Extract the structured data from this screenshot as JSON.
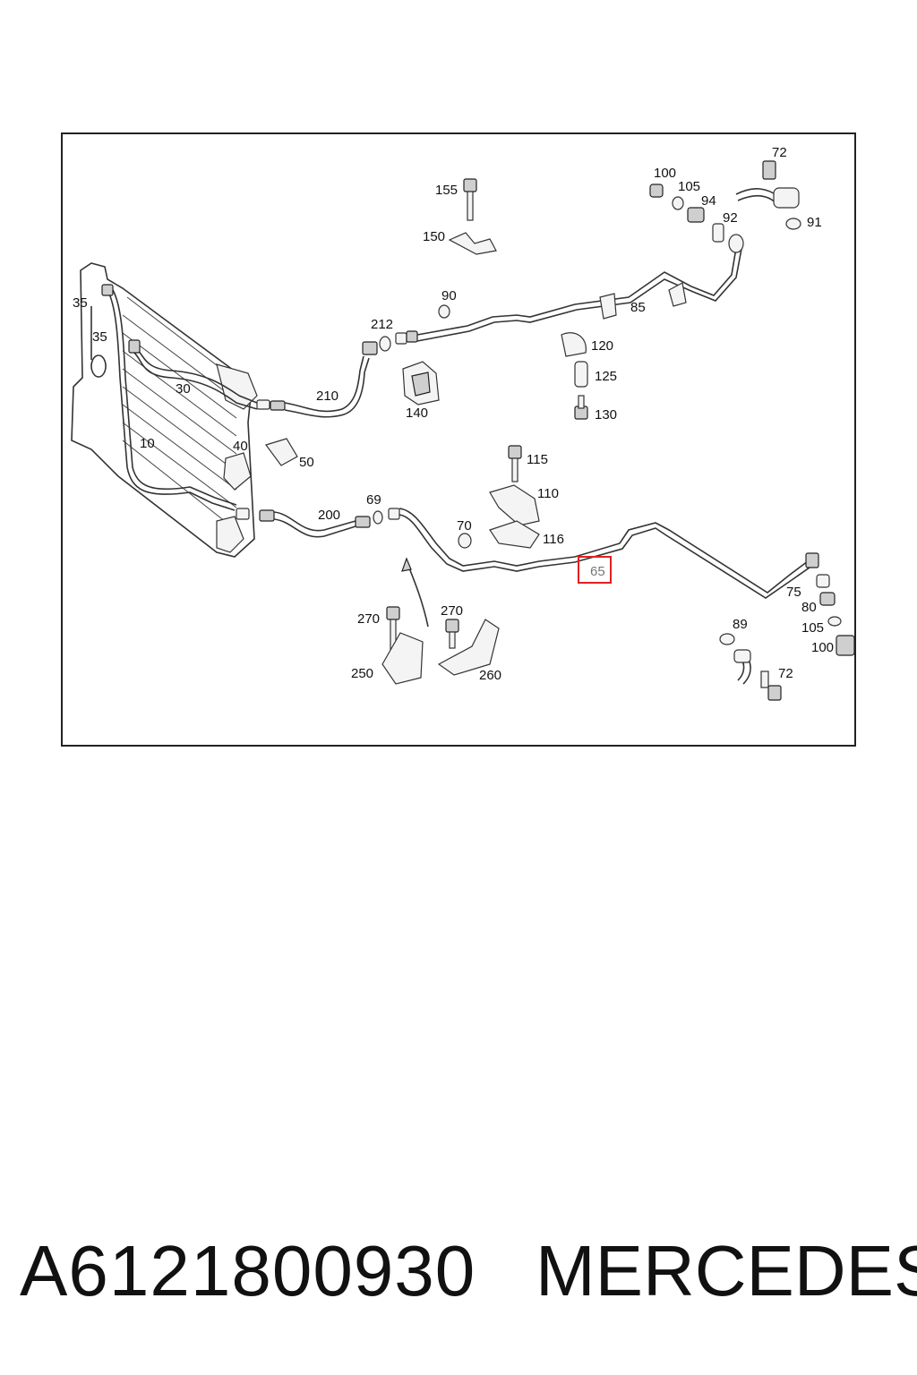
{
  "diagram": {
    "callouts": {
      "c155": "155",
      "c150": "150",
      "c100a": "100",
      "c105a": "105",
      "c94": "94",
      "c92": "92",
      "c72a": "72",
      "c91": "91",
      "c35a": "35",
      "c35b": "35",
      "c90": "90",
      "c85": "85",
      "c212": "212",
      "c120": "120",
      "c125": "125",
      "c130": "130",
      "c30": "30",
      "c210": "210",
      "c140": "140",
      "c10": "10",
      "c40": "40",
      "c50": "50",
      "c115": "115",
      "c110": "110",
      "c69": "69",
      "c200": "200",
      "c70": "70",
      "c116": "116",
      "c65": "65",
      "c75": "75",
      "c80": "80",
      "c105b": "105",
      "c100b": "100",
      "c89": "89",
      "c72b": "72",
      "c270a": "270",
      "c270b": "270",
      "c250": "250",
      "c260": "260"
    },
    "highlighted_part": "65",
    "highlight_color": "#e02020"
  },
  "footer": {
    "part_number": "A6121800930",
    "brand": "MERCEDES"
  }
}
